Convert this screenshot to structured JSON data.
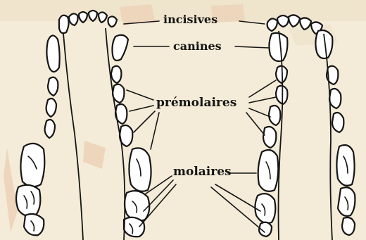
{
  "labels": {
    "incisives": "incisives",
    "canines": "canines",
    "premolaires": "prémolaires",
    "molaires": "molaires"
  },
  "colors": {
    "background": "#f4ecd8",
    "ink": "#151515",
    "tooth_fill": "#ffffff",
    "watermark": "#e2b089"
  }
}
